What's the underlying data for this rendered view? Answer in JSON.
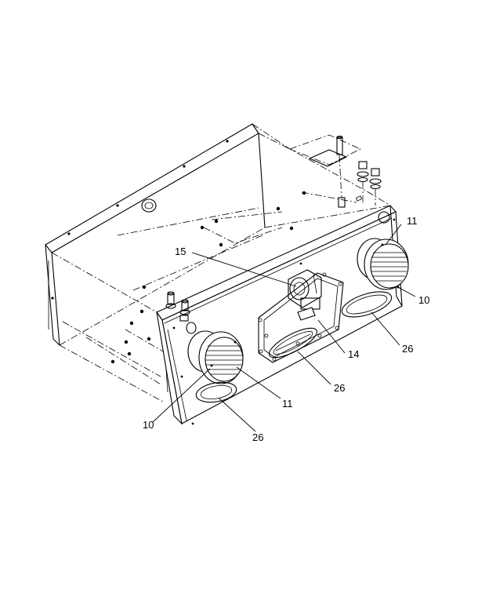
{
  "callouts": {
    "c11_right": "11",
    "c10_right": "10",
    "c15": "15",
    "c14": "14",
    "c26_right": "26",
    "c26_mid": "26",
    "c11_left": "11",
    "c10_left": "10",
    "c26_left": "26"
  }
}
